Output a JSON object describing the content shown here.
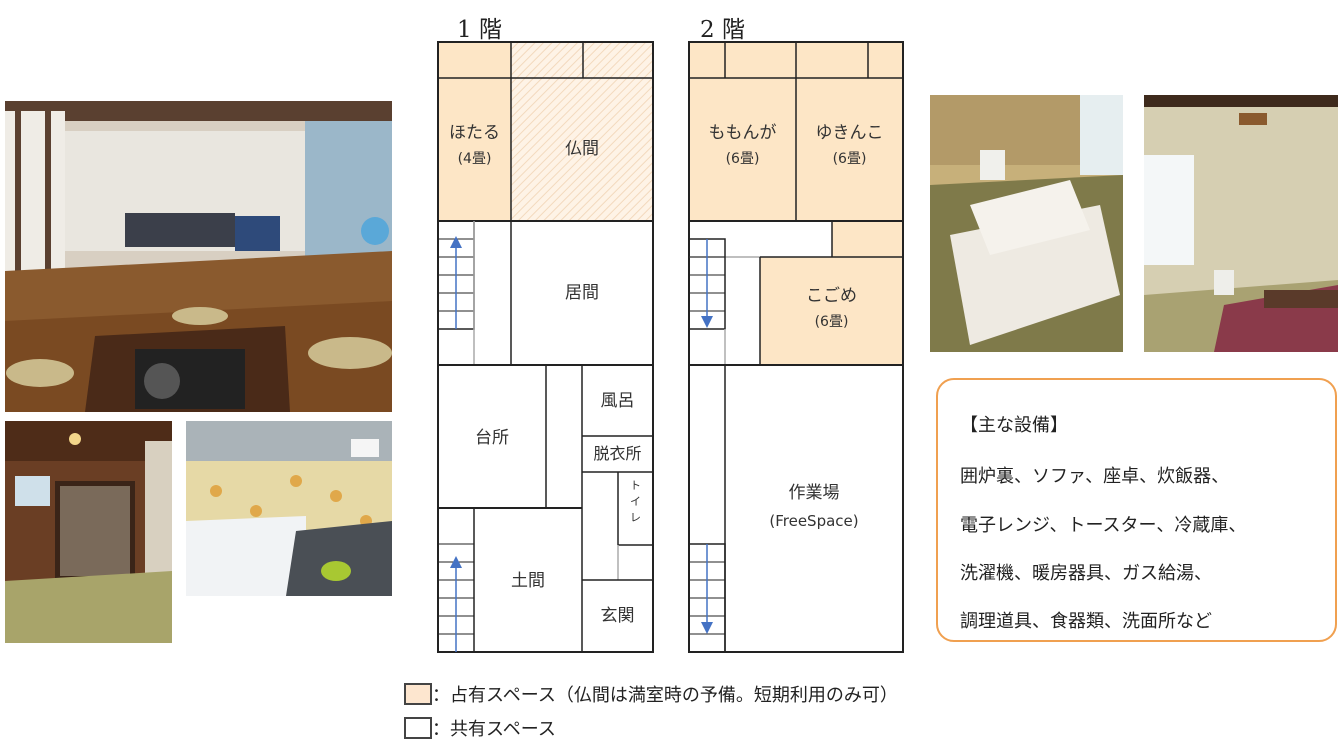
{
  "floors": {
    "first": {
      "title": "1 階",
      "rooms": {
        "hotaru": {
          "name": "ほたる",
          "size": "(4畳)"
        },
        "butsuma": {
          "name": "仏間"
        },
        "ima": {
          "name": "居間"
        },
        "daidokoro": {
          "name": "台所"
        },
        "furo": {
          "name": "風呂"
        },
        "datsuijo": {
          "name": "脱衣所"
        },
        "toilet": {
          "chars": [
            "ト",
            "イ",
            "レ"
          ]
        },
        "doma": {
          "name": "土間"
        },
        "genkan": {
          "name": "玄関"
        }
      }
    },
    "second": {
      "title": "2 階",
      "rooms": {
        "momonga": {
          "name": "ももんが",
          "size": "(6畳)"
        },
        "yukinko": {
          "name": "ゆきんこ",
          "size": "(6畳)"
        },
        "kogome": {
          "name": "こごめ",
          "size": "(6畳)"
        },
        "sagyoba": {
          "name": "作業場",
          "size": "(FreeSpace)"
        }
      }
    }
  },
  "equipment": {
    "title": "【主な設備】",
    "lines": [
      "囲炉裏、ソファ、座卓、炊飯器、",
      "電子レンジ、トースター、冷蔵庫、",
      "洗濯機、暖房器具、ガス給湯、",
      "調理道具、食器類、洗面所など"
    ]
  },
  "legend": [
    {
      "label": "：占有スペース（仏間は満室時の予備。短期利用のみ可）",
      "color": "#fde6cf"
    },
    {
      "label": "：共有スペース",
      "color": "#ffffff"
    }
  ],
  "colors": {
    "private_space": "#fde6cf",
    "room_fill": "#fdebc4",
    "wall": "#222222",
    "stair_blue": "#4472c4",
    "equip_border": "#f0a050"
  },
  "photos": [
    "living-room-photo",
    "tatami-room-photo",
    "bathroom-photo",
    "kotatsu-room-photo",
    "washitsu-photo"
  ]
}
